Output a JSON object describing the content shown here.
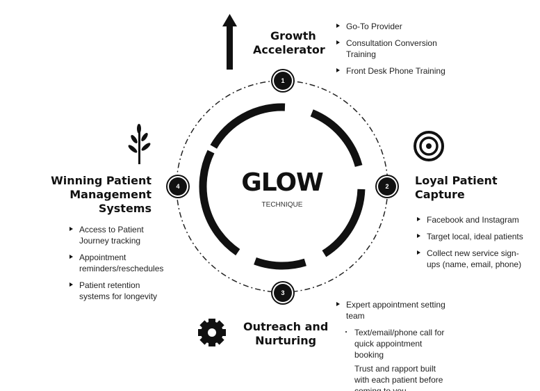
{
  "center": {
    "title": "GLOW",
    "subtitle": "TECHNIQUE"
  },
  "stages": [
    {
      "number": "1",
      "title_lines": [
        "Growth",
        "Accelerator"
      ],
      "icon": "arrow-up-icon",
      "bullets": [
        "Go-To Provider",
        "Consultation Conversion Training",
        "Front Desk Phone Training"
      ]
    },
    {
      "number": "2",
      "title_lines": [
        "Loyal Patient",
        "Capture"
      ],
      "icon": "target-icon",
      "bullets": [
        "Facebook and Instagram",
        "Target local, ideal patients",
        "Collect new service sign-ups (name, email, phone)"
      ]
    },
    {
      "number": "3",
      "title_lines": [
        "Outreach and",
        "Nurturing"
      ],
      "icon": "gear-icon",
      "bullets": [
        "Expert appointment setting team",
        "Text/email/phone call for quick appointment booking",
        "Trust and rapport built with each patient before coming to you"
      ]
    },
    {
      "number": "4",
      "title_lines": [
        "Winning Patient",
        "Management Systems"
      ],
      "icon": "plant-icon",
      "bullets": [
        "Access to Patient Journey tracking",
        "Appointment reminders/reschedules",
        "Patient retention systems for longevity"
      ]
    }
  ]
}
